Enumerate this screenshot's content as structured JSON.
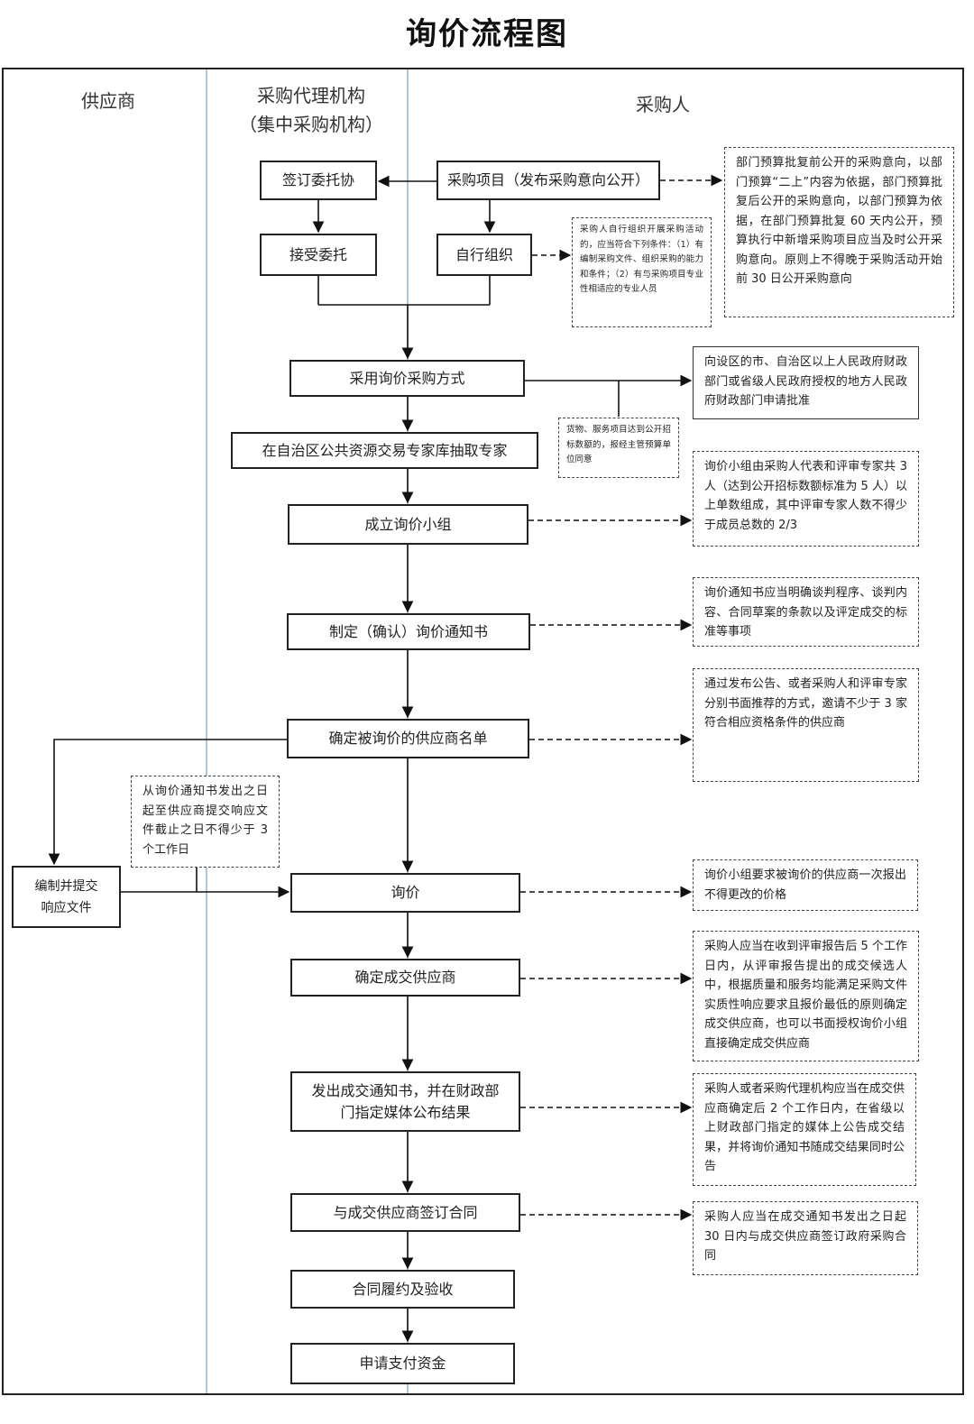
{
  "title": "询价流程图",
  "lanes": {
    "supplier": "供应商",
    "agency_line1": "采购代理机构",
    "agency_line2": "（集中采购机构）",
    "purchaser": "采购人"
  },
  "steps": {
    "sign_entrust": "签订委托协",
    "accept_entrust": "接受委托",
    "project": "采购项目（发布采购意向公开）",
    "self_org": "自行组织",
    "method": "采用询价采购方式",
    "experts": "在自治区公共资源交易专家库抽取专家",
    "group": "成立询价小组",
    "notice": "制定（确认）询价通知书",
    "list": "确定被询价的供应商名单",
    "prepare_line1": "编制并提交",
    "prepare_line2": "响应文件",
    "inquiry": "询价",
    "determine": "确定成交供应商",
    "issue_line1": "发出成交通知书，并在财政部",
    "issue_line2": "门指定媒体公布结果",
    "contract": "与成交供应商签订合同",
    "perform": "合同履约及验收",
    "payment": "申请支付资金"
  },
  "notes": {
    "intent": "部门预算批复前公开的采购意向，以部门预算“二上”内容为依据，部门预算批复后公开的采购意向，以部门预算为依据，在部门预算批复 60 天内公开，预算执行中新增采购项目应当及时公开采购意向。原则上不得晚于采购活动开始前 30 日公开采购意向",
    "self": "采购人自行组织开展采购活动的，应当符合下列条件：（1）有编制采购文件、组织采购的能力和条件；（2）有与采购项目专业性相适应的专业人员",
    "approval": "向设区的市、自治区以上人民政府财政部门或省级人民政府授权的地方人民政府财政部门申请批准",
    "goods": "货物、服务项目达到公开招标数额的，报经主管预算单位同意",
    "group": "询价小组由采购人代表和评审专家共 3 人（达到公开招标数额标准为 5 人）以上单数组成，其中评审专家人数不得少于成员总数的 2/3",
    "notice": "询价通知书应当明确谈判程序、谈判内容、合同草案的条款以及评定成交的标准等事项",
    "list": "通过发布公告、或者采购人和评审专家分别书面推荐的方式，邀请不少于 3 家符合相应资格条件的供应商",
    "days": "从询价通知书发出之日起至供应商提交响应文件截止之日不得少于 3 个工作日",
    "inquiry": "询价小组要求被询价的供应商一次报出不得更改的价格",
    "determine": "采购人应当在收到评审报告后 5 个工作日内，从评审报告提出的成交候选人中，根据质量和服务均能满足采购文件实质性响应要求且报价最低的原则确定成交供应商，也可以书面授权询价小组直接确定成交供应商",
    "issue": "采购人或者采购代理机构应当在成交供应商确定后 2 个工作日内，在省级以上财政部门指定的媒体上公告成交结果，并将询价通知书随成交结果同时公告",
    "contract": "采购人应当在成交通知书发出之日起 30 日内与成交供应商签订政府采购合同"
  }
}
